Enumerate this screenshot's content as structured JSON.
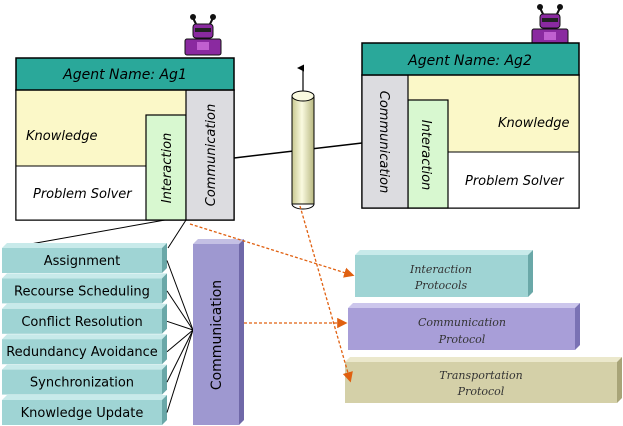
{
  "agents": [
    {
      "name": "Agent Name: Ag1",
      "knowledge": "Knowledge",
      "problem_solver": "Problem Solver",
      "interaction": "Interaction",
      "communication": "Communication"
    },
    {
      "name": "Agent Name: Ag2",
      "knowledge": "Knowledge",
      "problem_solver": "Problem Solver",
      "interaction": "Interaction",
      "communication": "Communication"
    }
  ],
  "functions": [
    "Assignment",
    "Recourse Scheduling",
    "Conflict Resolution",
    "Redundancy Avoidance",
    "Synchronization",
    "Knowledge Update"
  ],
  "communication_bar": "Communication",
  "protocols": [
    {
      "line1": "Interaction",
      "line2": "Protocols"
    },
    {
      "line1": "Communication",
      "line2": "Protocol"
    },
    {
      "line1": "Transportation",
      "line2": "Protocol"
    }
  ],
  "colors": {
    "header": "#2aa89a",
    "knowledge": "#fbf8c8",
    "interaction": "#d8f8d0",
    "communication_box": "#dcdce0",
    "robot": "#8a2aa0",
    "function_box": "#9fd4d4",
    "comm_bar": "#9e98d0",
    "protocol_interaction": "#9fd4d4",
    "protocol_communication": "#a89ed8",
    "protocol_transport": "#d4d0a8",
    "arrow": "#e06010"
  }
}
